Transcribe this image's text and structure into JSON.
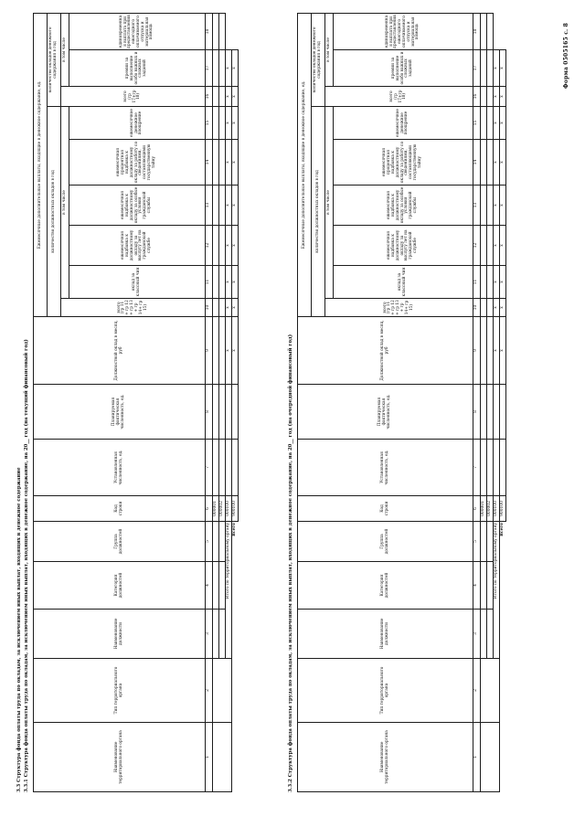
{
  "form_code": "Форма 0505165 с. 8",
  "main_heading": "3.3 Структура фонда оплаты труда по окладам, за исключением иных выплат, входящих в денежное содержание",
  "sections": [
    {
      "title": "3.3.1 Структура фонда оплаты труда по окладам, за исключением иных выплат, входящих в денежное содержание, на 20__ год (на текущий финансовый год)",
      "rows": [
        {
          "code": "000001",
          "marks": [
            "",
            "",
            "",
            "",
            "",
            "",
            "",
            "",
            ""
          ]
        },
        {
          "code": "000002",
          "marks": [
            "",
            "",
            "",
            "",
            "",
            "",
            "",
            "",
            ""
          ]
        },
        {
          "code": "000100",
          "label": "Итого по территориальному органу",
          "marks": [
            "x",
            "x",
            "x",
            "x",
            "x",
            "x",
            "x",
            "x",
            "x"
          ]
        },
        {
          "code": "900100",
          "label": "Всего",
          "marks": [
            "x",
            "x",
            "x",
            "x",
            "x",
            "x",
            "x",
            "x",
            "x"
          ]
        }
      ]
    },
    {
      "title": "3.3.2 Структура фонда оплаты труда по окладам, за исключением иных выплат, входящих в денежное содержание, на 20__ год (на очередной финансовый год)",
      "rows": [
        {
          "code": "000001",
          "marks": [
            "",
            "",
            "",
            "",
            "",
            "",
            "",
            "",
            ""
          ]
        },
        {
          "code": "000002",
          "marks": [
            "",
            "",
            "",
            "",
            "",
            "",
            "",
            "",
            ""
          ]
        },
        {
          "code": "000100",
          "label": "Итого по территориальному органу",
          "marks": [
            "x",
            "x",
            "x",
            "x",
            "x",
            "x",
            "x",
            "x",
            "x"
          ]
        },
        {
          "code": "900100",
          "label": "Всего",
          "marks": [
            "x",
            "x",
            "x",
            "x",
            "x",
            "x",
            "x",
            "x",
            "x"
          ]
        }
      ]
    }
  ],
  "headers": {
    "c1": "Наименование территориального органа",
    "c2": "Тип территориального органа",
    "c3": "Наименование должности",
    "c4": "Категория должностей",
    "c5": "Группа должностей",
    "c6": "Код строки",
    "c7": "Установленная численность, ед.",
    "c8": "Планируемая фактическая численность, ед.",
    "c9": "Должностной оклад в месяц, руб",
    "monthly_group": "Ежемесячные дополнительные выплаты, входящие в денежное содержание, ед.",
    "salaries_group": "количество должностных окладов в год",
    "bonus_group": "количество окладов денежного содержания в год",
    "total_10": "всего (гр 11 + гр 12 + гр 13 + гр 14+ гр 15)",
    "incl_salaries": "в том числе",
    "c11": "оклад за классный чин",
    "c12": "ежемесячная надбавка к должностному окладу за выслугу лет на гражданской службе",
    "c13": "ежемесячная надбавка к должностному окладу за особые условия гражданской службы",
    "c14": "ежемесячная процентная надбавка к должностному окладу за работу со сведениями, составляющими государственную тайну",
    "c15": "ежемесячное денежное поощрение",
    "total_16": "всего (гр 17+гр 18)",
    "incl_bonus": "в том числе",
    "c17": "премии за выполнение особо важных и сложных заданий",
    "c18": "единовременная выплата при предоставлении ежегодного оплачиваемого отпуска и материальная помощь"
  },
  "column_numbers": [
    "1",
    "2",
    "3",
    "4",
    "5",
    "6",
    "7",
    "8",
    "9",
    "10",
    "11",
    "12",
    "13",
    "14",
    "15",
    "16",
    "17",
    "18"
  ]
}
